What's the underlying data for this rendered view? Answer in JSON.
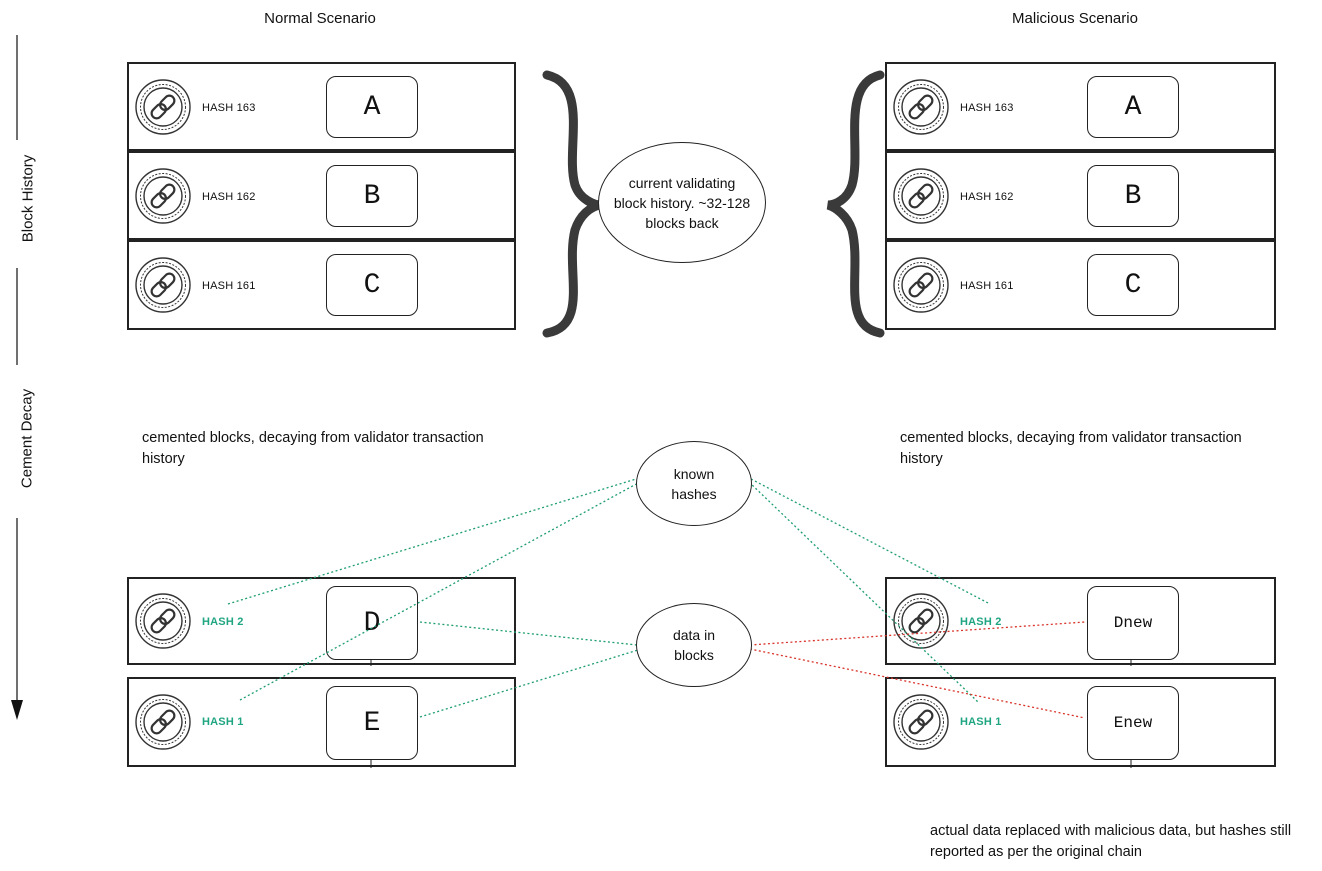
{
  "axis": {
    "block_history": "Block History",
    "cement_decay": "Cement Decay"
  },
  "scenarios": {
    "normal_title": "Normal Scenario",
    "malicious_title": "Malicious Scenario"
  },
  "normal": {
    "top_rows": [
      {
        "hash": "HASH 163",
        "data": "A"
      },
      {
        "hash": "HASH 162",
        "data": "B"
      },
      {
        "hash": "HASH 161",
        "data": "C"
      }
    ],
    "bottom_rows": [
      {
        "hash": "HASH 2",
        "data": "D"
      },
      {
        "hash": "HASH 1",
        "data": "E"
      }
    ],
    "note": "cemented blocks, decaying from validator transaction history"
  },
  "malicious": {
    "top_rows": [
      {
        "hash": "HASH 163",
        "data": "A"
      },
      {
        "hash": "HASH 162",
        "data": "B"
      },
      {
        "hash": "HASH 161",
        "data": "C"
      }
    ],
    "bottom_rows": [
      {
        "hash": "HASH 2",
        "data": "Dnew"
      },
      {
        "hash": "HASH 1",
        "data": "Enew"
      }
    ],
    "note": "cemented blocks, decaying from validator transaction history",
    "footer_note": "actual data replaced with malicious data, but hashes still reported as per the original chain"
  },
  "ellipses": {
    "validating": "current validating block history. ~32-128 blocks back",
    "known_hashes": "known hashes",
    "data_in_blocks": "data in blocks"
  },
  "colors": {
    "hash_green": "#20a582",
    "link_green": "#1e9e6e",
    "link_red": "#d9342b",
    "brace": "#3a3a3a"
  }
}
